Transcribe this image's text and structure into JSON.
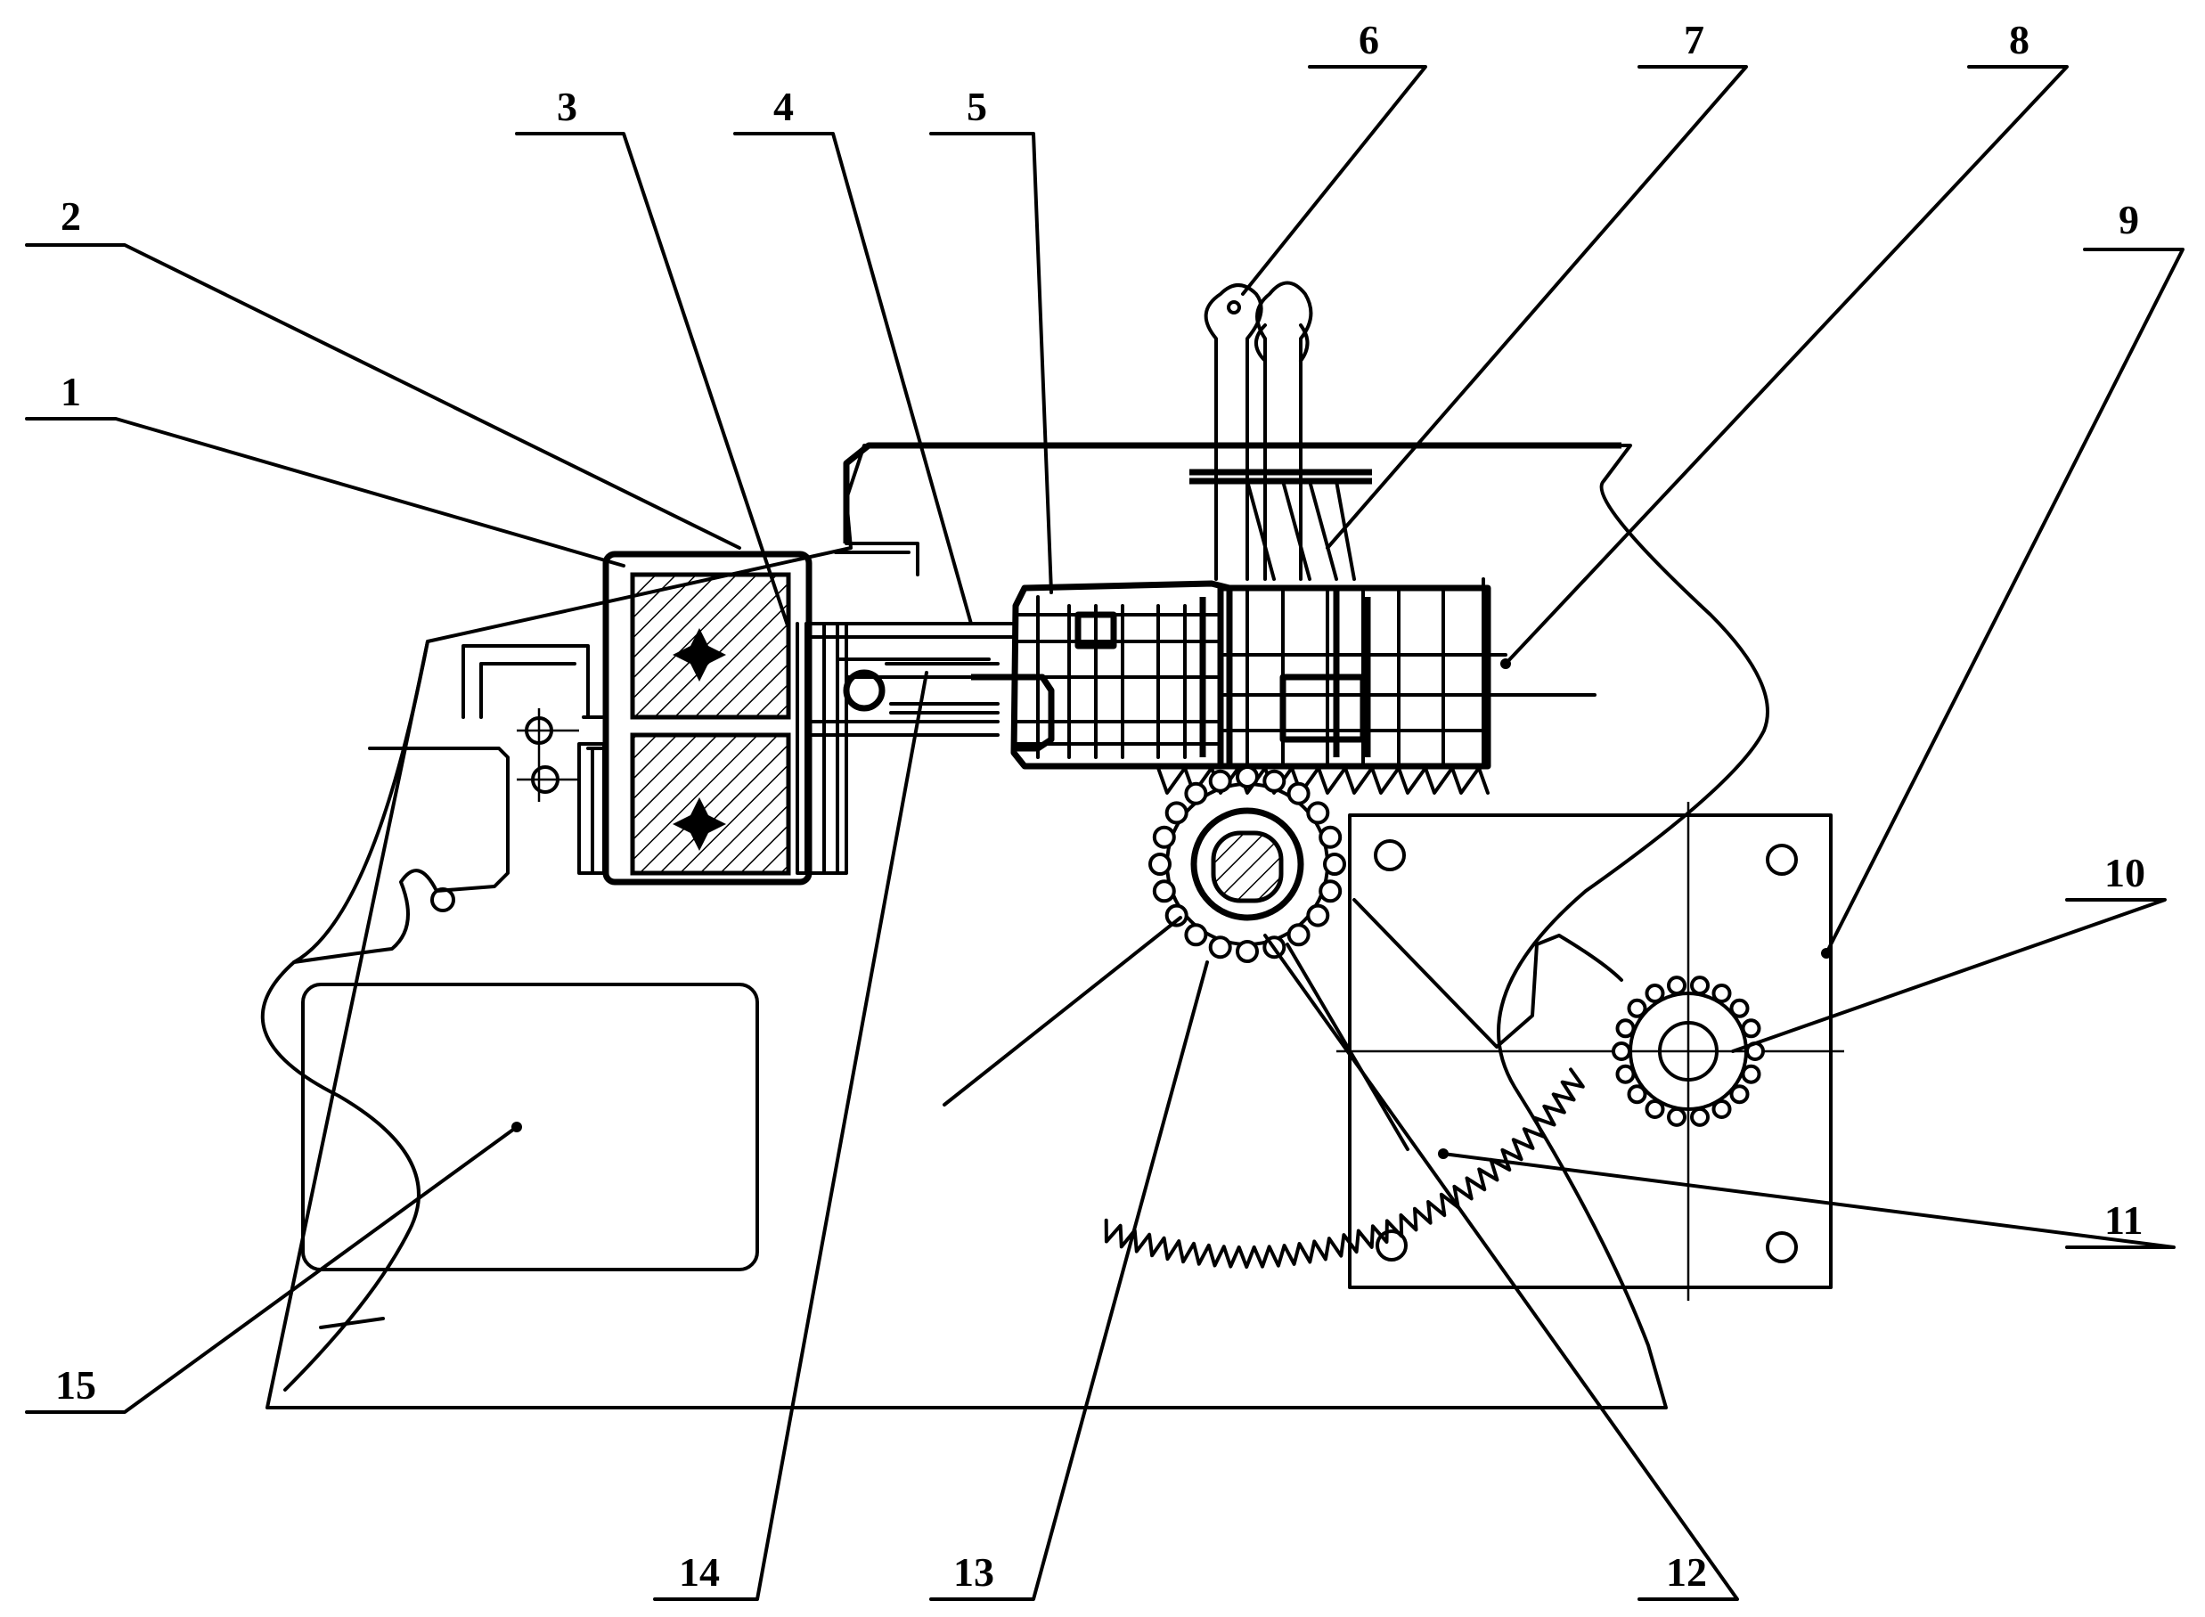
{
  "figure": {
    "labels": [
      {
        "id": "label-1",
        "text": "1"
      },
      {
        "id": "label-2",
        "text": "2"
      },
      {
        "id": "label-3",
        "text": "3"
      },
      {
        "id": "label-4",
        "text": "4"
      },
      {
        "id": "label-5",
        "text": "5"
      },
      {
        "id": "label-6",
        "text": "6"
      },
      {
        "id": "label-7",
        "text": "7"
      },
      {
        "id": "label-8",
        "text": "8"
      },
      {
        "id": "label-9",
        "text": "9"
      },
      {
        "id": "label-10",
        "text": "10"
      },
      {
        "id": "label-11",
        "text": "11"
      },
      {
        "id": "label-12",
        "text": "12"
      },
      {
        "id": "label-13",
        "text": "13"
      },
      {
        "id": "label-14",
        "text": "14"
      },
      {
        "id": "label-15",
        "text": "15"
      }
    ],
    "colors": {
      "line": "#000000",
      "background": "#ffffff"
    }
  }
}
